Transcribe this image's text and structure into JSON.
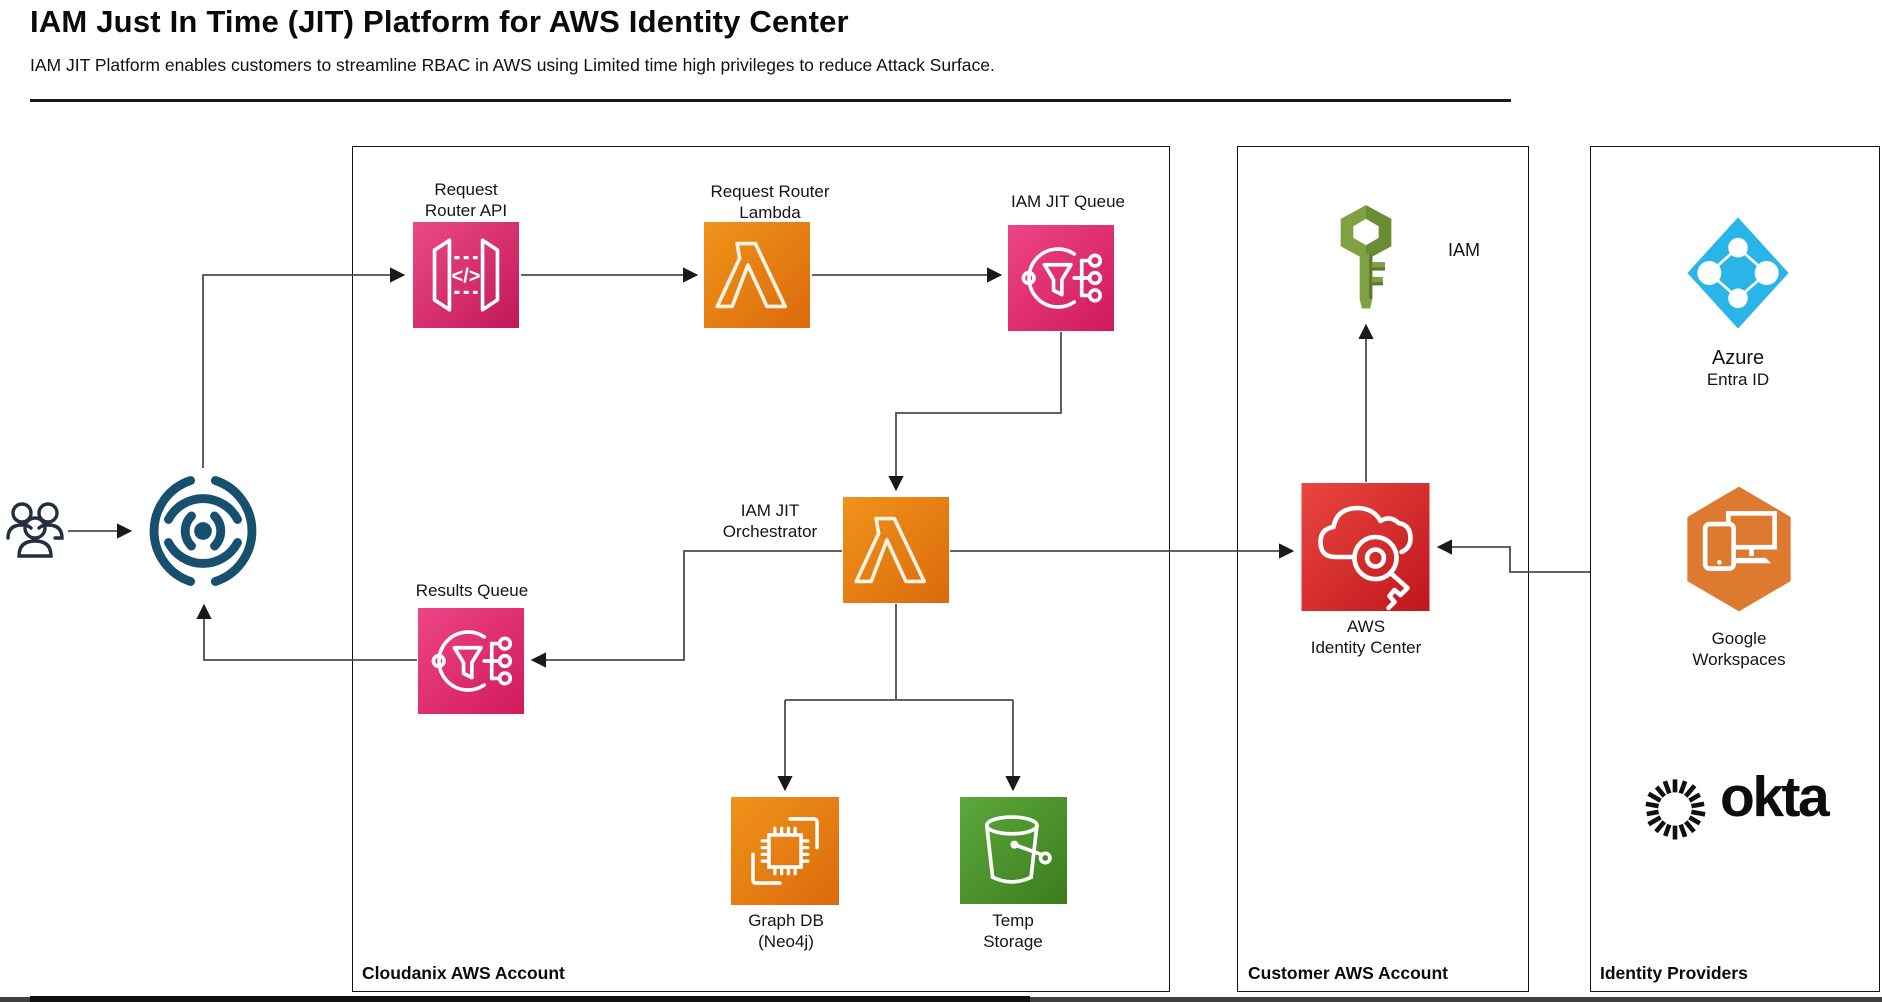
{
  "header": {
    "title": "IAM Just In Time (JIT) Platform for AWS Identity Center",
    "subtitle": "IAM JIT Platform enables customers to streamline RBAC in AWS using Limited time high privileges to reduce Attack Surface."
  },
  "groups": {
    "cloudanix": {
      "label": "Cloudanix AWS Account"
    },
    "customer": {
      "label": "Customer AWS Account"
    },
    "idp": {
      "label": "Identity Providers"
    }
  },
  "nodes": {
    "users": {
      "icon": "users-icon"
    },
    "cloudanix_logo": {
      "icon": "cloudanix-logo-icon"
    },
    "request_router_api": {
      "label": "Request\nRouter API",
      "icon": "api-gateway-icon"
    },
    "request_router_lambda": {
      "label": "Request Router\nLambda",
      "icon": "lambda-icon"
    },
    "iam_jit_queue": {
      "label": "IAM JIT Queue",
      "icon": "sqs-queue-icon"
    },
    "iam_jit_orchestrator": {
      "label": "IAM JIT\nOrchestrator",
      "icon": "lambda-icon"
    },
    "results_queue": {
      "label": "Results Queue",
      "icon": "sqs-queue-icon"
    },
    "graph_db": {
      "label": "Graph DB\n(Neo4j)",
      "icon": "compute-chip-icon"
    },
    "temp_storage": {
      "label": "Temp\nStorage",
      "icon": "s3-bucket-icon"
    },
    "iam": {
      "label": "IAM",
      "icon": "iam-key-icon"
    },
    "identity_center": {
      "label": "AWS\nIdentity Center",
      "icon": "identity-center-icon"
    },
    "azure": {
      "label": "Azure",
      "sublabel": "Entra ID",
      "icon": "azure-entra-id-icon"
    },
    "google": {
      "label": "Google\nWorkspaces",
      "icon": "google-workspaces-icon"
    },
    "okta": {
      "label": "okta",
      "icon": "okta-sunburst-icon"
    }
  },
  "colors": {
    "api_gateway_pink_top": "#EC4A87",
    "api_gateway_pink_bottom": "#C11856",
    "queue_pink_top": "#EE4586",
    "queue_pink_bottom": "#D01A5B",
    "lambda_orange_top": "#F0931A",
    "lambda_orange_bottom": "#DB6A0C",
    "storage_green_top": "#5CA83B",
    "storage_green_bottom": "#3C7D1F",
    "security_red_top": "#EA4740",
    "security_red_bottom": "#C0161D",
    "iam_key_green": "#7BA043",
    "azure_cyan": "#29B5E8",
    "google_orange": "#DD7A30",
    "okta_black": "#0E0E0E",
    "cloudanix_blue": "#17506F",
    "connector_gray": "#4D4D4D"
  }
}
